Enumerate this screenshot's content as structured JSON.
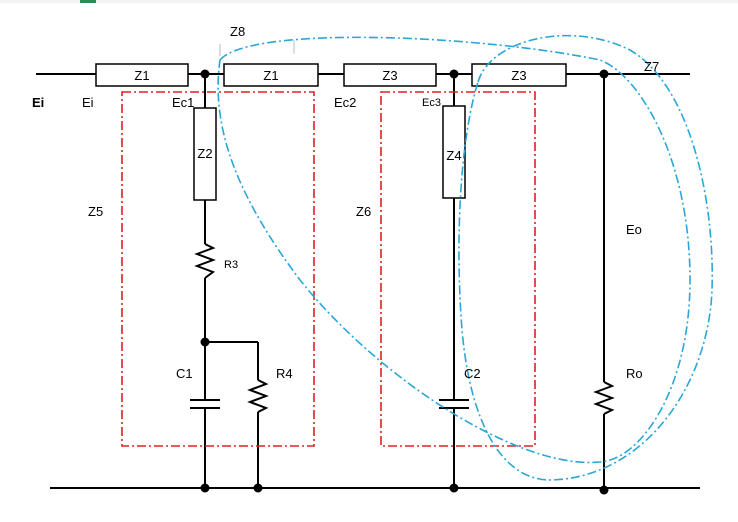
{
  "diagram": {
    "labels": {
      "ei_bold": "Ei",
      "ei": "Ei",
      "ec1": "Ec1",
      "ec2": "Ec2",
      "ec3": "Ec3",
      "z8": "Z8",
      "z7": "Z7",
      "z5": "Z5",
      "z6": "Z6",
      "eo": "Eo",
      "ro": "Ro"
    },
    "components": {
      "z1_left": "Z1",
      "z1_mid": "Z1",
      "z3_mid": "Z3",
      "z3_right": "Z3",
      "z2": "Z2",
      "z4": "Z4",
      "r3": "R3",
      "r4": "R4",
      "c1": "C1",
      "c2": "C2"
    },
    "colors": {
      "wire": "#000000",
      "group_outline": "#e02020",
      "loop_outline": "#2aa7d6"
    }
  }
}
